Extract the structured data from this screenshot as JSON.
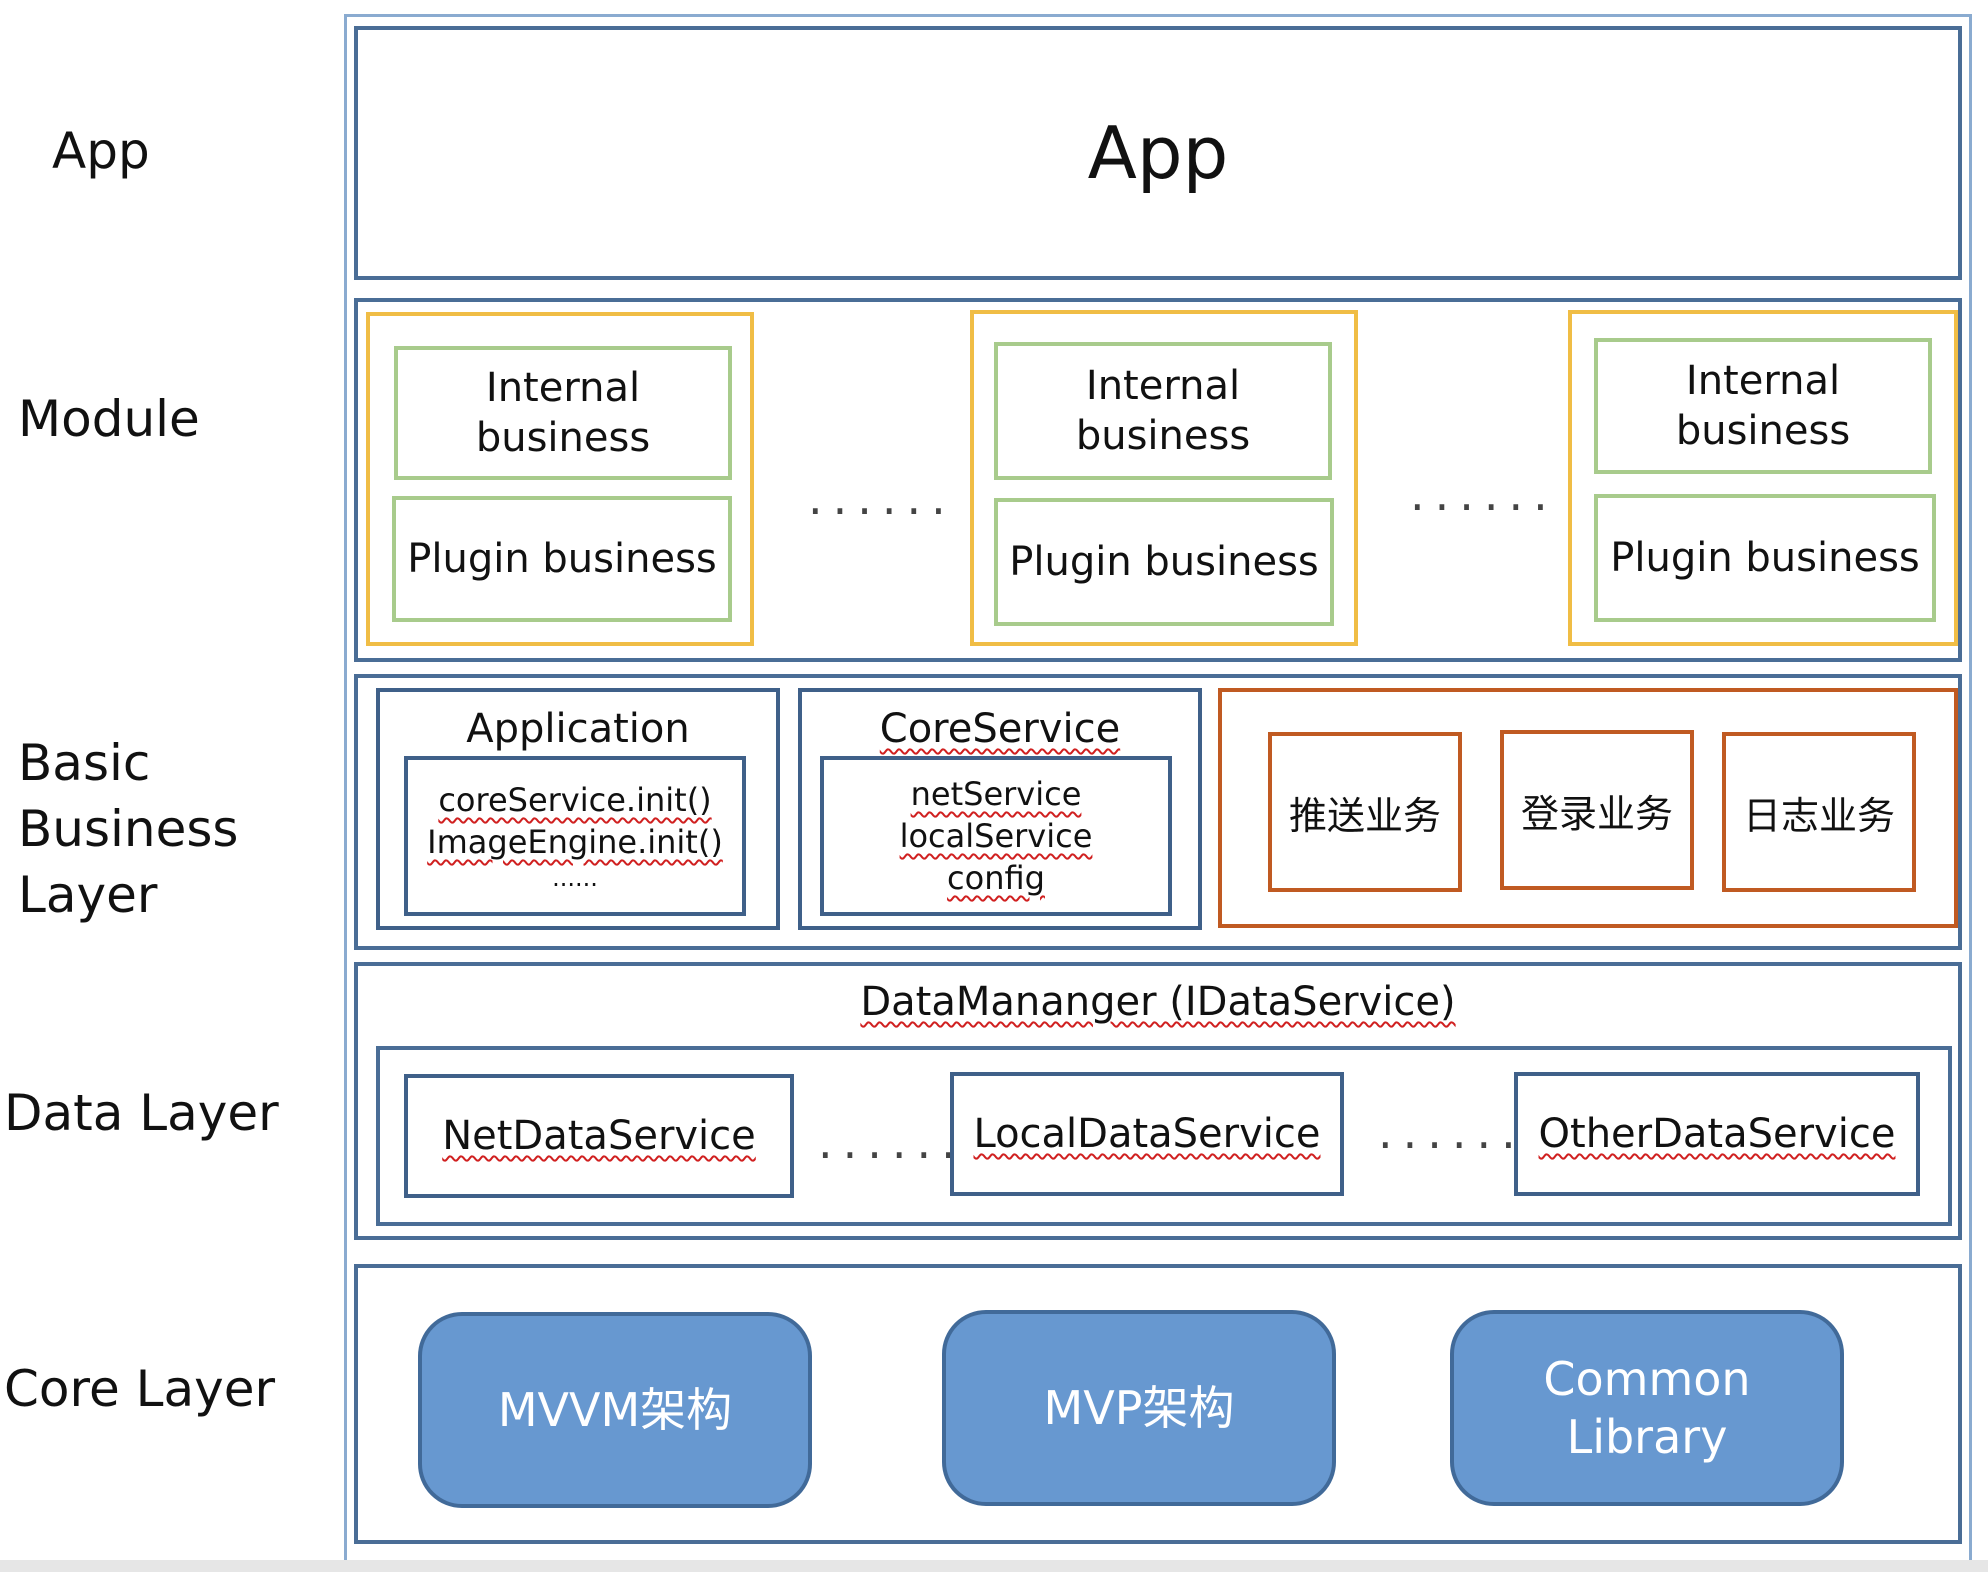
{
  "side_labels": {
    "app": "App",
    "module": "Module",
    "basic": [
      "Basic",
      "Business",
      "Layer"
    ],
    "data": "Data Layer",
    "core": "Core Layer"
  },
  "app_layer": {
    "title": "App"
  },
  "module_layer": {
    "modules": [
      {
        "internal": [
          "Internal",
          "business"
        ],
        "plugin": "Plugin business"
      },
      {
        "internal": [
          "Internal",
          "business"
        ],
        "plugin": "Plugin business"
      },
      {
        "internal": [
          "Internal",
          "business"
        ],
        "plugin": "Plugin business"
      }
    ],
    "ellipsis": "......"
  },
  "basic_layer": {
    "application": {
      "title": "Application",
      "lines": [
        "coreService.init()",
        "ImageEngine.init()",
        "......"
      ]
    },
    "core_service": {
      "title": "CoreService",
      "lines": [
        "netService",
        "localService",
        "config"
      ]
    },
    "business": [
      "推送业务",
      "登录业务",
      "日志业务"
    ]
  },
  "data_layer": {
    "title": "DataMananger (IDataService)",
    "services": [
      "NetDataService",
      "LocalDataService",
      "OtherDataService"
    ],
    "ellipsis": "......"
  },
  "core_layer": {
    "items": [
      "MVVM架构",
      "MVP架构",
      [
        "Common",
        "Library"
      ]
    ]
  },
  "colors": {
    "layer_border": "#4a6d96",
    "module_border": "#f0bd45",
    "inner_border": "#a8cb8c",
    "business_border": "#c05a22",
    "pill_fill": "#6798d0"
  }
}
